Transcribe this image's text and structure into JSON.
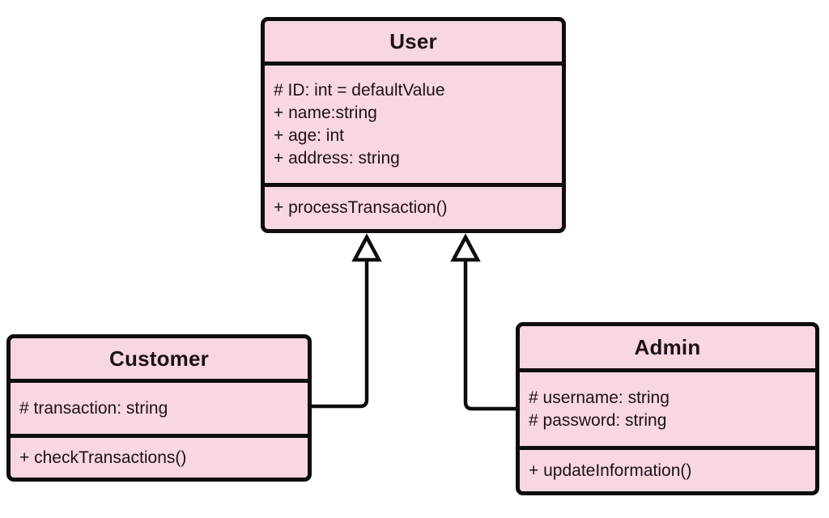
{
  "diagram": {
    "type": "uml-class-diagram",
    "background_color": "#ffffff",
    "class_fill_color": "#f8d7e1",
    "stroke_color": "#0d0d0d",
    "text_color": "#1d1119",
    "classes": [
      {
        "name": "User",
        "attributes": [
          "# ID: int = defaultValue",
          "+ name:string",
          "+ age: int",
          "+ address: string"
        ],
        "methods": [
          "+ processTransaction()"
        ]
      },
      {
        "name": "Customer",
        "attributes": [
          "# transaction: string"
        ],
        "methods": [
          "+ checkTransactions()"
        ]
      },
      {
        "name": "Admin",
        "attributes": [
          "# username: string",
          "# password: string"
        ],
        "methods": [
          "+ updateInformation()"
        ]
      }
    ],
    "relationships": [
      {
        "from": "Customer",
        "to": "User",
        "type": "generalization",
        "arrowhead": "hollow-triangle"
      },
      {
        "from": "Admin",
        "to": "User",
        "type": "generalization",
        "arrowhead": "hollow-triangle"
      }
    ]
  }
}
